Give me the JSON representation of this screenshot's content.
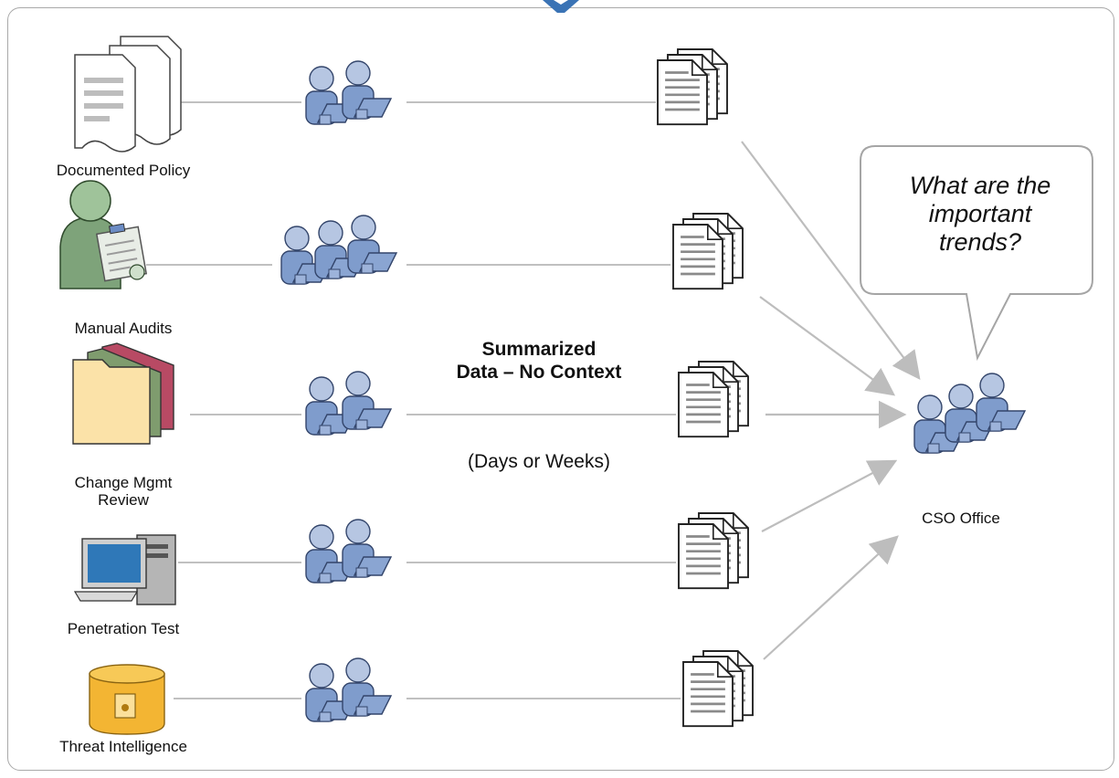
{
  "sources": [
    {
      "label": "Documented Policy",
      "icon": "document-stack-icon"
    },
    {
      "label": "Manual Audits",
      "icon": "auditor-clipboard-icon"
    },
    {
      "label": "Change Mgmt\nReview",
      "icon": "folders-icon"
    },
    {
      "label": "Penetration Test",
      "icon": "desktop-computer-icon"
    },
    {
      "label": "Threat Intelligence",
      "icon": "database-cylinder-icon"
    }
  ],
  "center_label": "Summarized\nData – No Context",
  "center_sublabel": "(Days or Weeks)",
  "destination": {
    "label": "CSO Office",
    "icon": "people-group-icon"
  },
  "callout": "What are the\nimportant\ntrends?",
  "colors": {
    "people": "#7f9ccc",
    "people_dark": "#33456b",
    "arrow": "#bdbdbd",
    "line": "#c0c0c0",
    "title_fragment": "#3a73b5"
  }
}
